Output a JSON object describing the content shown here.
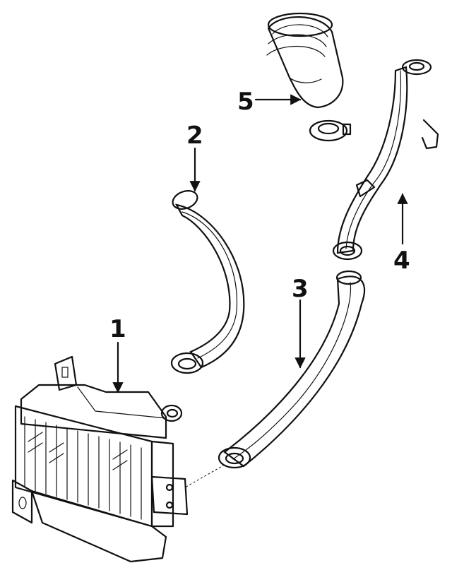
{
  "callouts": [
    {
      "id": "1",
      "label": "1"
    },
    {
      "id": "2",
      "label": "2"
    },
    {
      "id": "3",
      "label": "3"
    },
    {
      "id": "4",
      "label": "4"
    },
    {
      "id": "5",
      "label": "5"
    }
  ],
  "colors": {
    "ink": "#111111",
    "background": "#ffffff"
  }
}
